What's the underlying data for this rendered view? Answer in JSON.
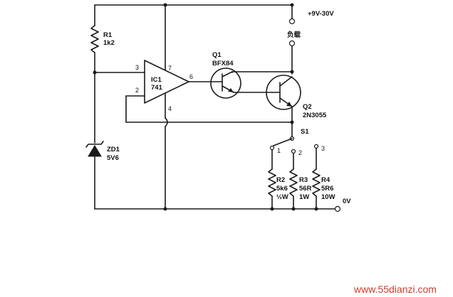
{
  "labels": {
    "supply": "+9V-30V",
    "load": "负载",
    "ground": "0V",
    "r1_ref": "R1",
    "r1_val": "1k2",
    "ic_ref": "IC1",
    "ic_val": "741",
    "q1_ref": "Q1",
    "q1_val": "BFX84",
    "q2_ref": "Q2",
    "q2_val": "2N3055",
    "zd_ref": "ZD1",
    "zd_val": "5V6",
    "s1_ref": "S1",
    "r2_ref": "R2",
    "r2_val": "5k6",
    "r2_pow": "½W",
    "r3_ref": "R3",
    "r3_val": "56R",
    "r3_pow": "1W",
    "r4_ref": "R4",
    "r4_val": "5R6",
    "r4_pow": "10W"
  },
  "pins": {
    "p3": "3",
    "p2": "2",
    "p7": "7",
    "p6": "6",
    "p4": "4",
    "s1_pos1": "1",
    "s1_pos2": "2",
    "s1_pos3": "3"
  },
  "watermark": "www.55dianzi.com"
}
